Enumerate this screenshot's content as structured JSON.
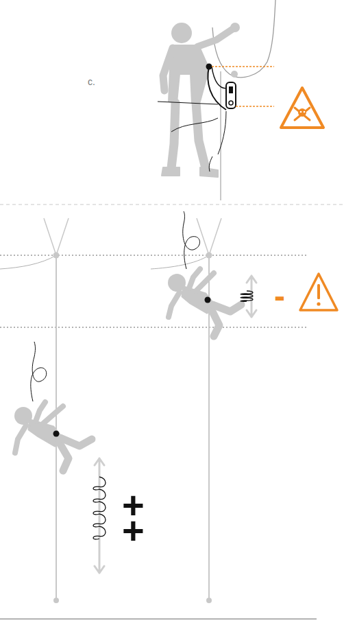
{
  "diagram": {
    "labels": [
      "c.",
      "+",
      "+",
      "-"
    ]
  }
}
